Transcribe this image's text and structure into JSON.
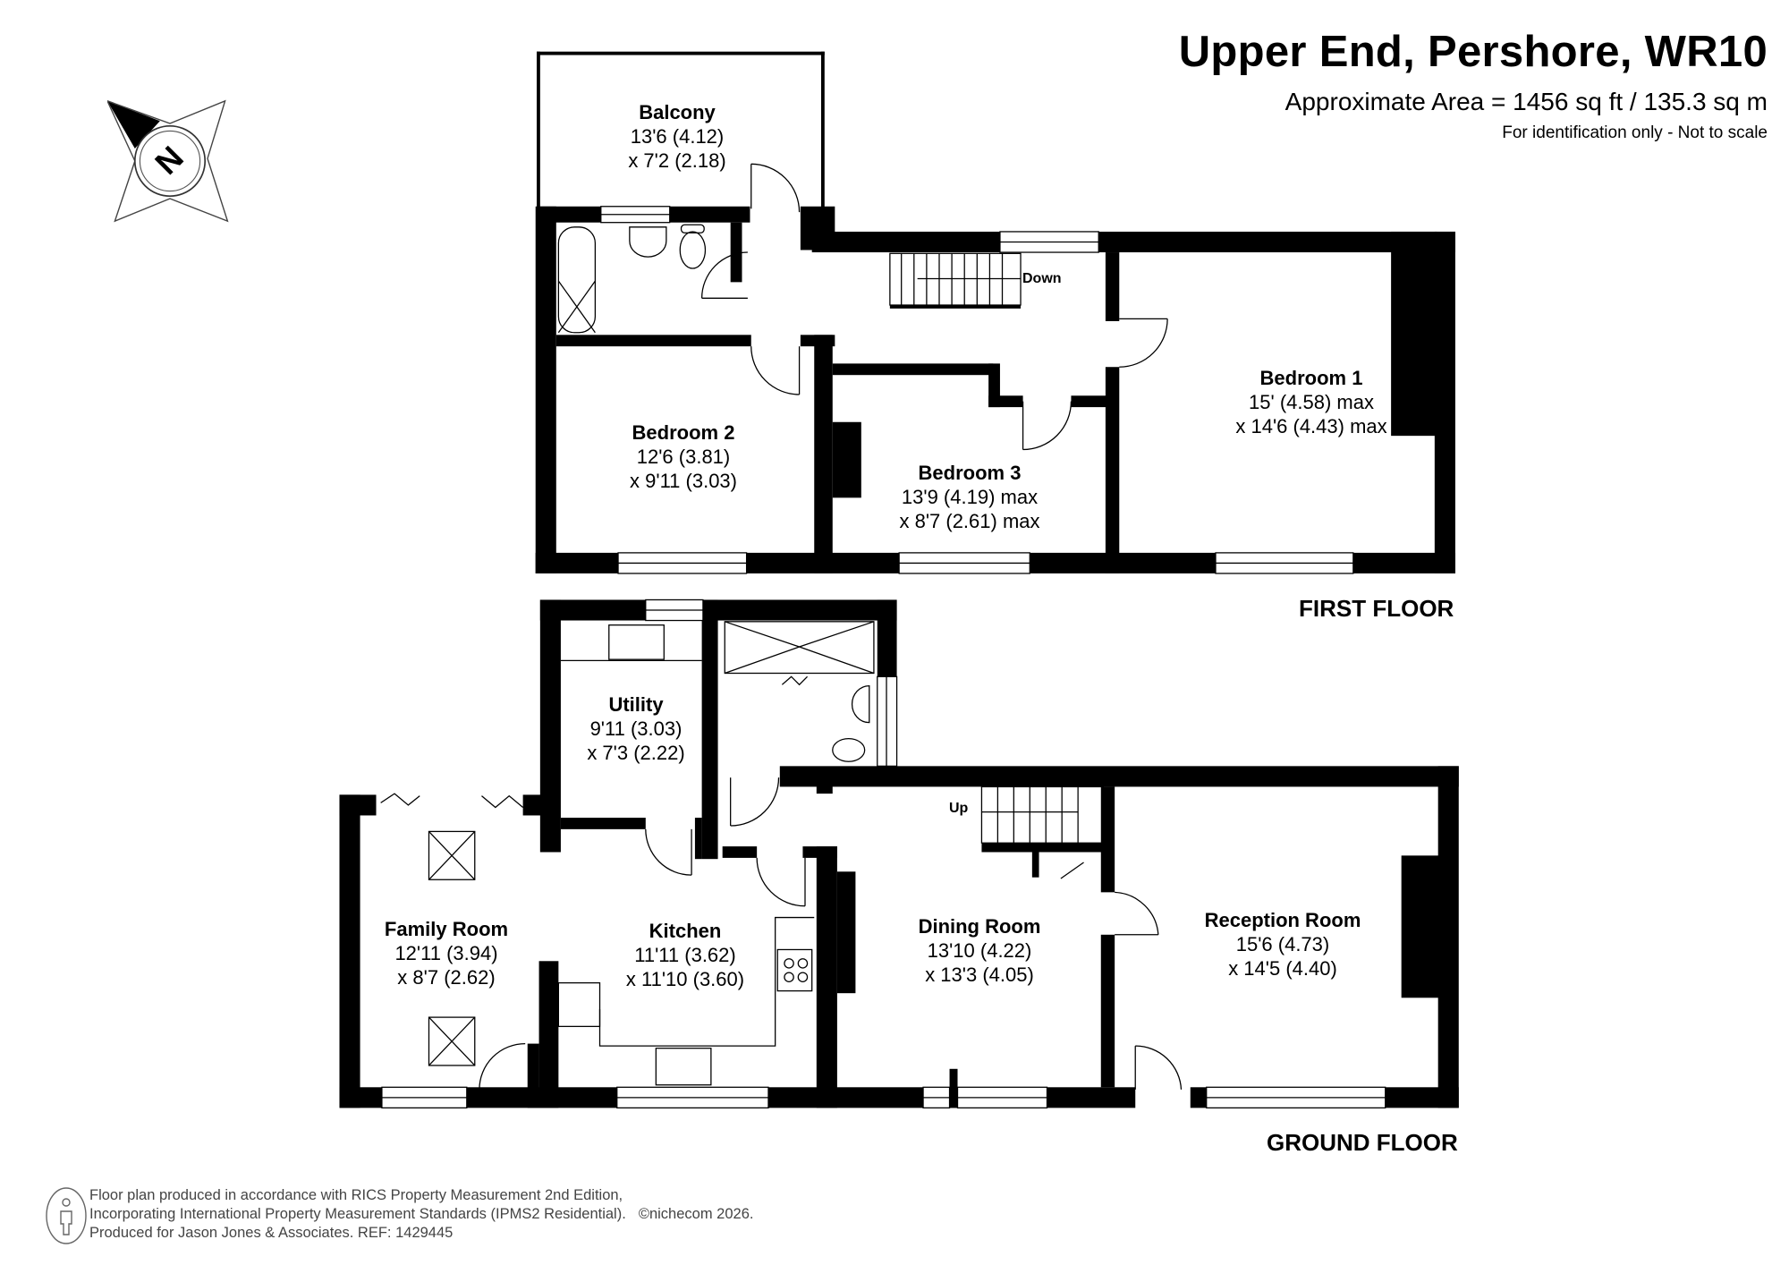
{
  "header": {
    "title": "Upper End, Pershore, WR10",
    "area": "Approximate Area = 1456 sq ft / 135.3 sq m",
    "disclaimer": "For identification only - Not to scale"
  },
  "compass": {
    "icon": "north-compass-icon",
    "label": "N"
  },
  "floors": {
    "first": {
      "label": "FIRST FLOOR",
      "rooms": [
        {
          "name": "Balcony",
          "dim1": "13'6 (4.12)",
          "dim2": "x 7'2 (2.18)"
        },
        {
          "name": "Bedroom 2",
          "dim1": "12'6 (3.81)",
          "dim2": "x 9'11 (3.03)"
        },
        {
          "name": "Bedroom 3",
          "dim1": "13'9 (4.19) max",
          "dim2": "x 8'7 (2.61) max"
        },
        {
          "name": "Bedroom 1",
          "dim1": "15' (4.58) max",
          "dim2": "x 14'6 (4.43) max"
        }
      ],
      "stairs_label": "Down"
    },
    "ground": {
      "label": "GROUND FLOOR",
      "rooms": [
        {
          "name": "Utility",
          "dim1": "9'11 (3.03)",
          "dim2": "x 7'3 (2.22)"
        },
        {
          "name": "Family Room",
          "dim1": "12'11 (3.94)",
          "dim2": "x 8'7 (2.62)"
        },
        {
          "name": "Kitchen",
          "dim1": "11'11 (3.62)",
          "dim2": "x 11'10 (3.60)"
        },
        {
          "name": "Dining Room",
          "dim1": "13'10 (4.22)",
          "dim2": "x 13'3 (4.05)"
        },
        {
          "name": "Reception Room",
          "dim1": "15'6 (4.73)",
          "dim2": "x 14'5 (4.40)"
        }
      ],
      "stairs_label": "Up"
    }
  },
  "footer": {
    "line1": "Floor plan produced in accordance with RICS Property Measurement 2nd Edition,",
    "line2": "Incorporating International Property Measurement Standards (IPMS2 Residential).",
    "copyright": "©nichecom 2026.",
    "line3": "Produced for Jason Jones & Associates.   REF: 1429445"
  }
}
